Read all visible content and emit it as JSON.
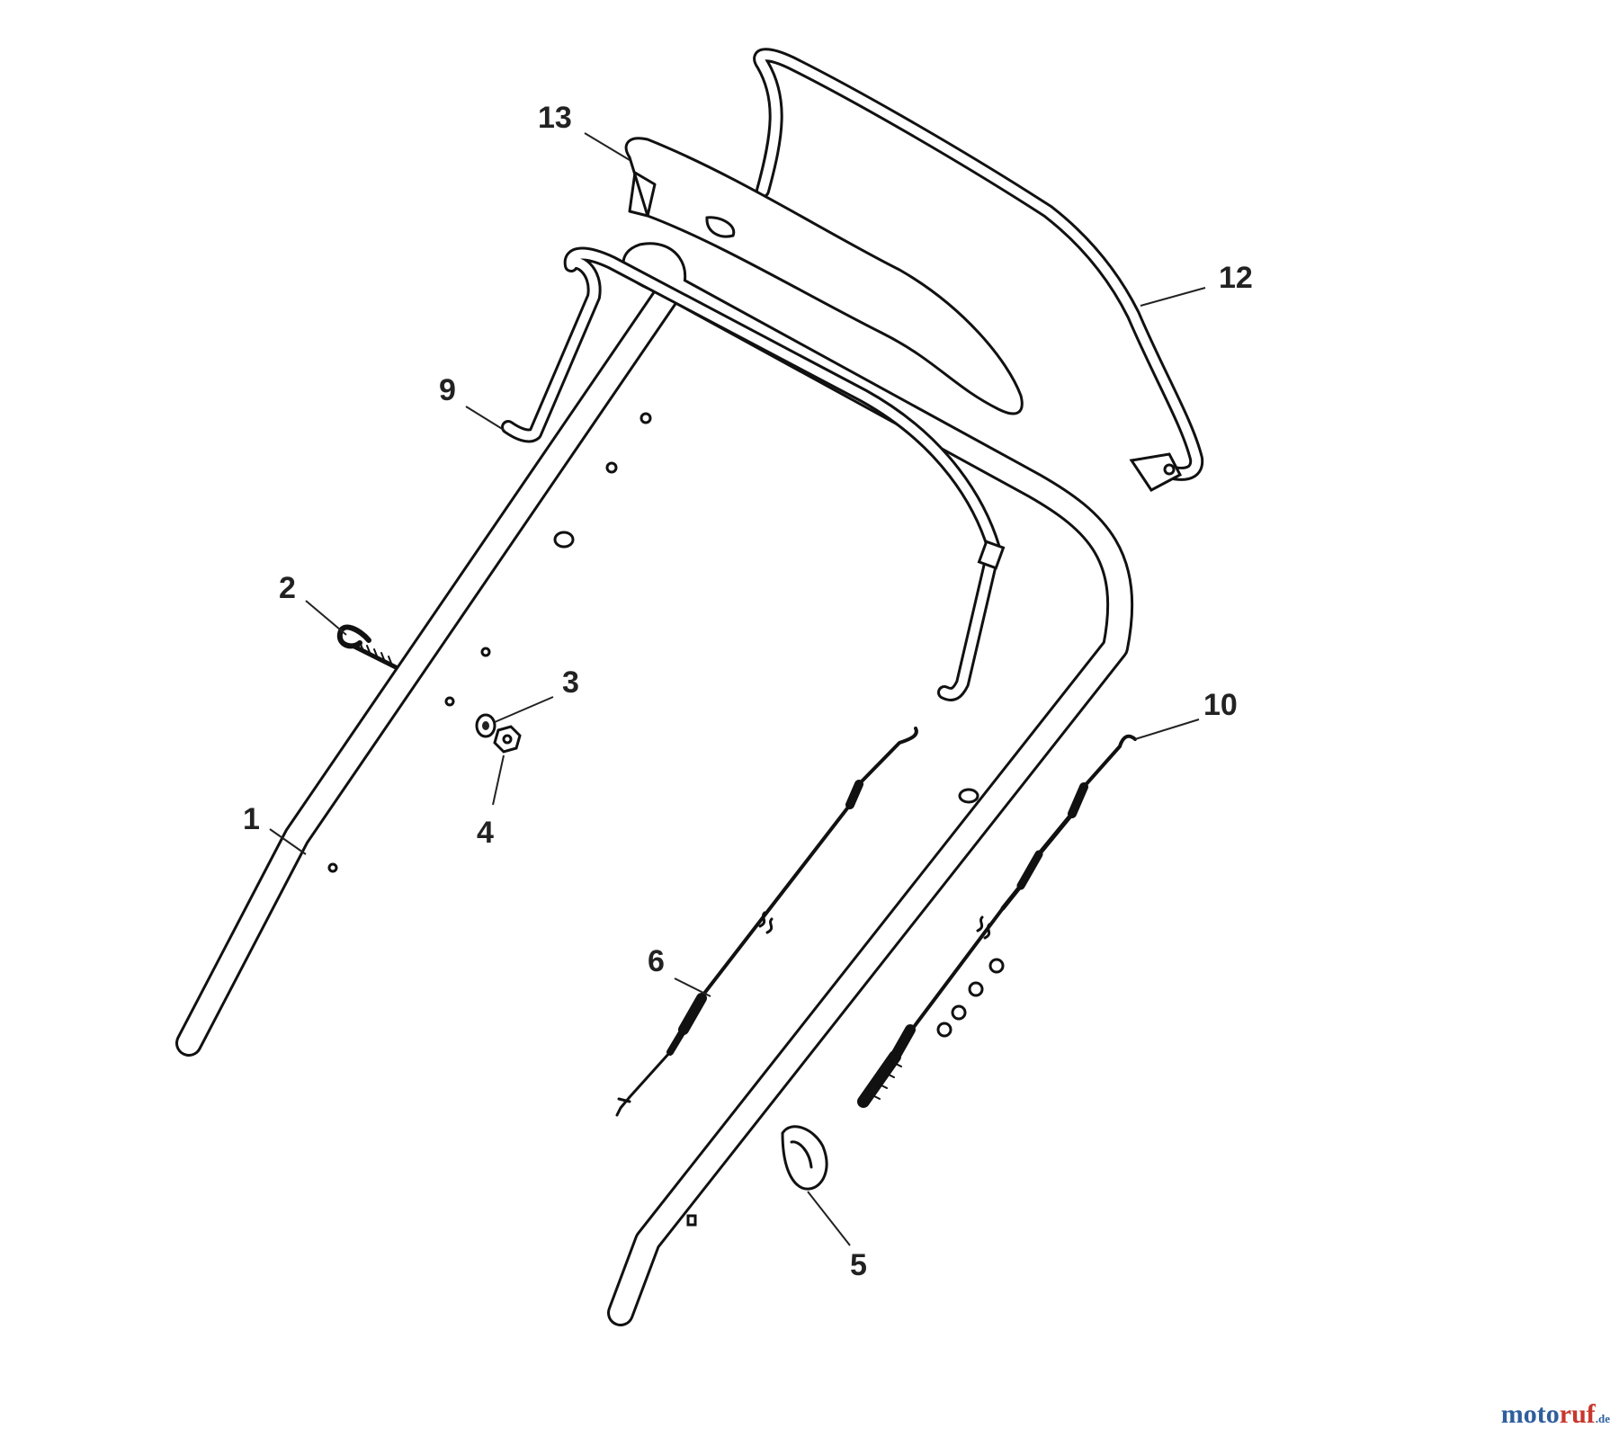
{
  "brand": {
    "main": "moto",
    "accent": "ruf",
    "suffix": ".de"
  },
  "callouts": [
    {
      "id": "1",
      "text": "1"
    },
    {
      "id": "2",
      "text": "2"
    },
    {
      "id": "3",
      "text": "3"
    },
    {
      "id": "4",
      "text": "4"
    },
    {
      "id": "5",
      "text": "5"
    },
    {
      "id": "6",
      "text": "6"
    },
    {
      "id": "9",
      "text": "9"
    },
    {
      "id": "10",
      "text": "10"
    },
    {
      "id": "12",
      "text": "12"
    },
    {
      "id": "13",
      "text": "13"
    }
  ],
  "colors": {
    "line": "#111111",
    "label": "#222222",
    "brand_blue": "#2e5f9e",
    "brand_red": "#c8372d"
  }
}
